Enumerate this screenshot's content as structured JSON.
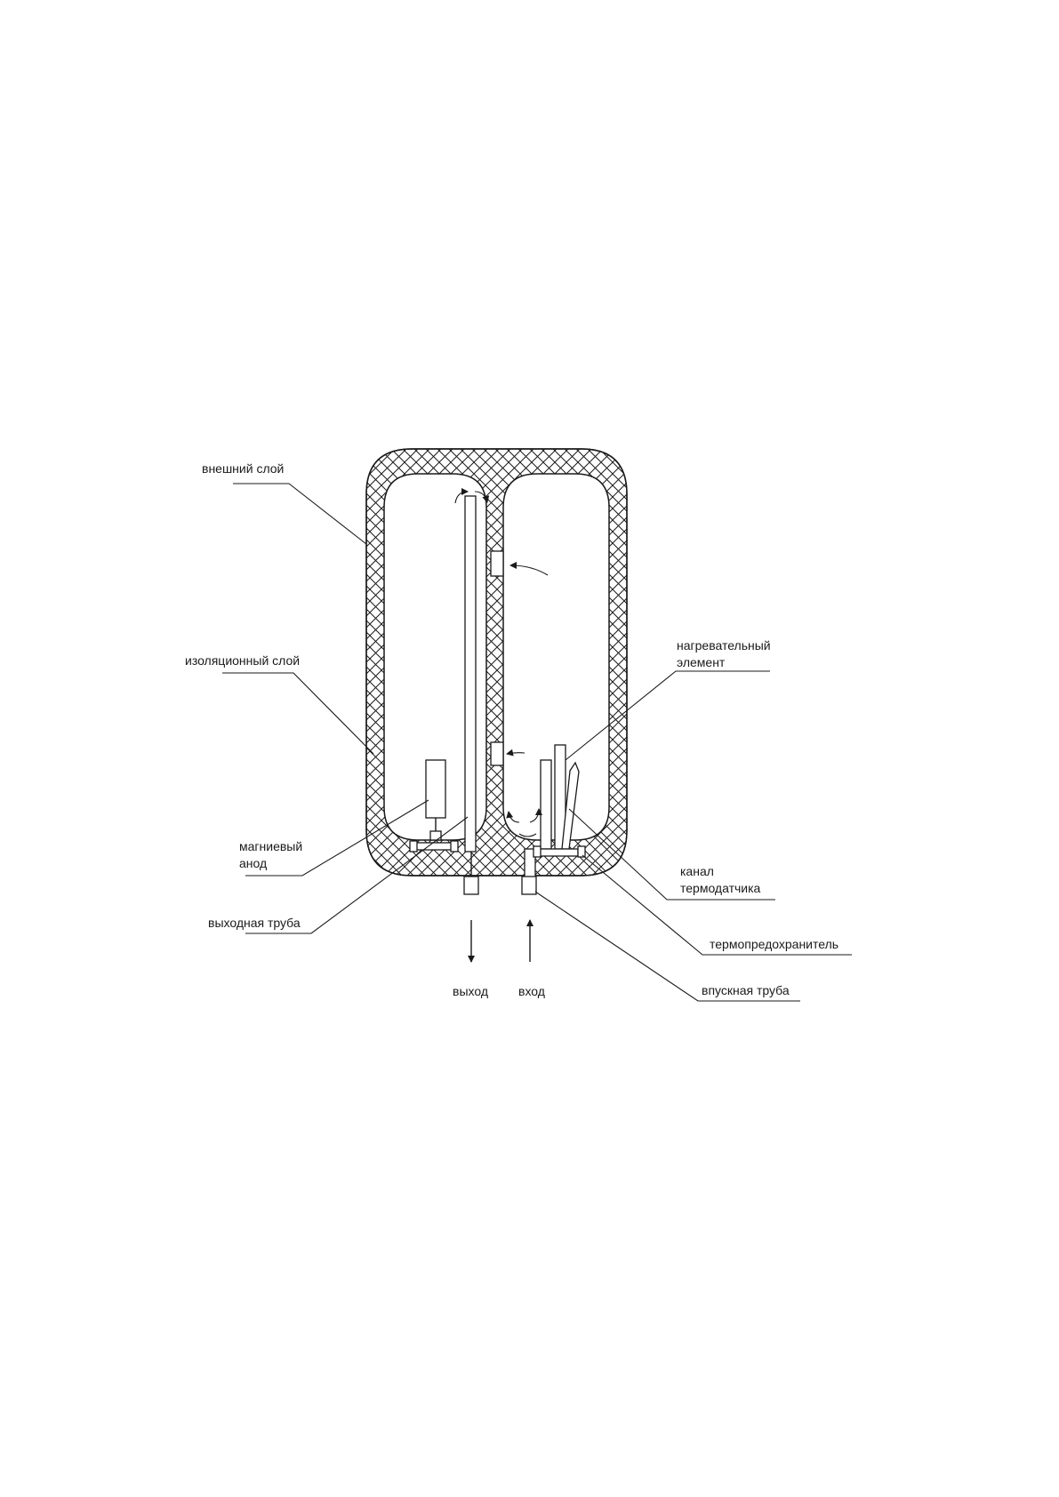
{
  "labels": {
    "outer_layer": "внешний слой",
    "insulation_layer": "изоляционный слой",
    "heating_element_1": "нагревательный",
    "heating_element_2": "элемент",
    "magnesium_anode_1": "магниевый",
    "magnesium_anode_2": "анод",
    "outlet_pipe": "выходная труба",
    "thermosensor_channel_1": "канал",
    "thermosensor_channel_2": "термодатчика",
    "thermal_fuse": "термопредохранитель",
    "inlet_pipe": "впускная труба",
    "outlet": "выход",
    "inlet": "вход"
  },
  "colors": {
    "line": "#1a1a1a",
    "background": "#ffffff"
  }
}
